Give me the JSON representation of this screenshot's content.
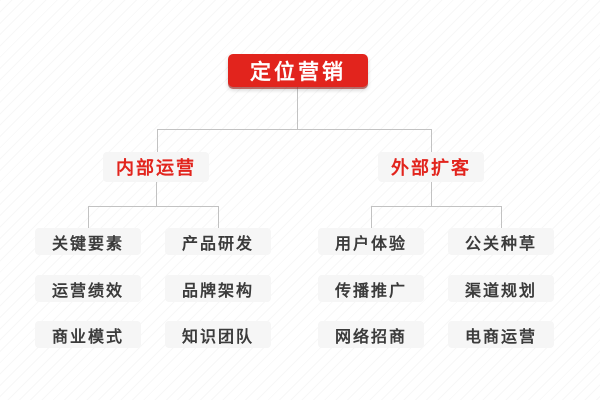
{
  "diagram": {
    "title": "定位营销",
    "type": "mind-map-tree",
    "root": {
      "label": "定位营销"
    },
    "branches": {
      "left": {
        "label": "内部运营",
        "items": [
          "关键要素",
          "产品研发",
          "运营绩效",
          "品牌架构",
          "商业模式",
          "知识团队"
        ]
      },
      "right": {
        "label": "外部扩客",
        "items": [
          "用户体验",
          "公关种草",
          "传播推广",
          "渠道规划",
          "网络招商",
          "电商运营"
        ]
      }
    }
  },
  "colors": {
    "accent_red": "#e2241d",
    "root_text": "#ffffff",
    "node_bg": "#f6f6f6",
    "leaf_text": "#3b3b3b",
    "connector": "#c2c2c2",
    "background": "#ffffff",
    "background_stripe": "#f3f3f3"
  }
}
